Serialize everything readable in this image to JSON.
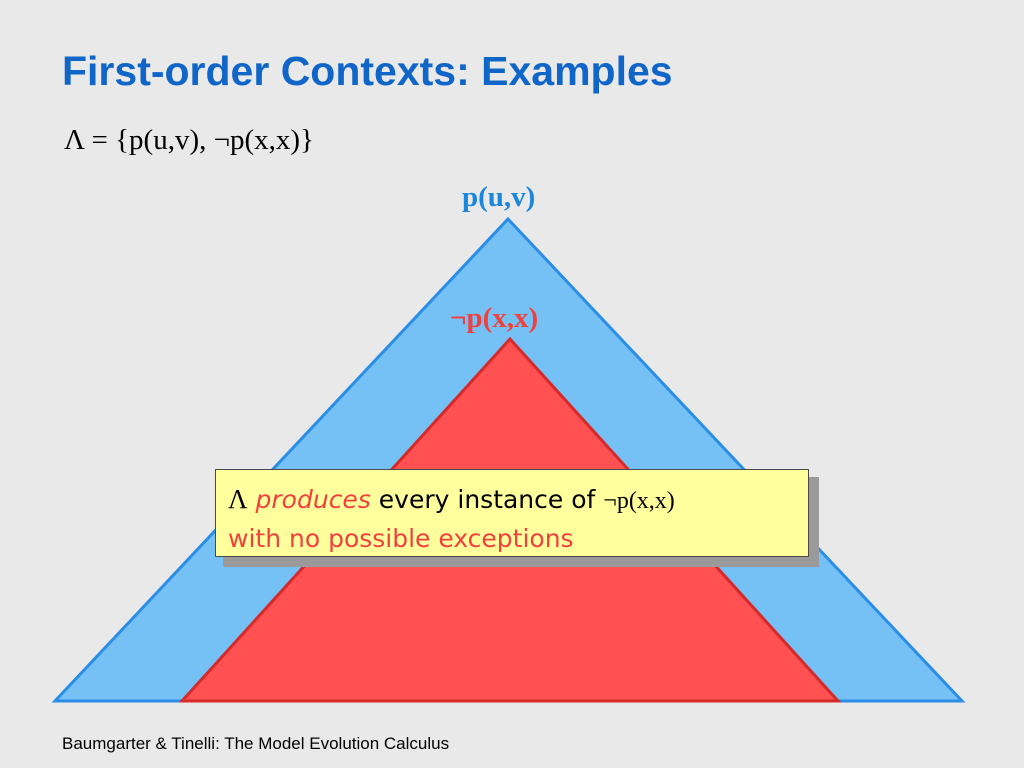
{
  "slide": {
    "title": "First-order Contexts: Examples",
    "formula": "Λ = {p(u,v), ¬p(x,x)}",
    "footer": "Baumgarter & Tinelli: The Model Evolution Calculus"
  },
  "diagram": {
    "outer_label": "p(u,v)",
    "inner_label": "¬p(x,x)",
    "outer_color": "#75c0f5",
    "outer_stroke": "#2a8ee6",
    "inner_color": "#ff5151",
    "inner_stroke": "#d62a2a"
  },
  "callout": {
    "symbol": "Λ",
    "emphasis": "produces",
    "text": "every instance of",
    "expression": "¬p(x,x)",
    "line2": "with no possible exceptions",
    "background": "#ffff9e"
  }
}
